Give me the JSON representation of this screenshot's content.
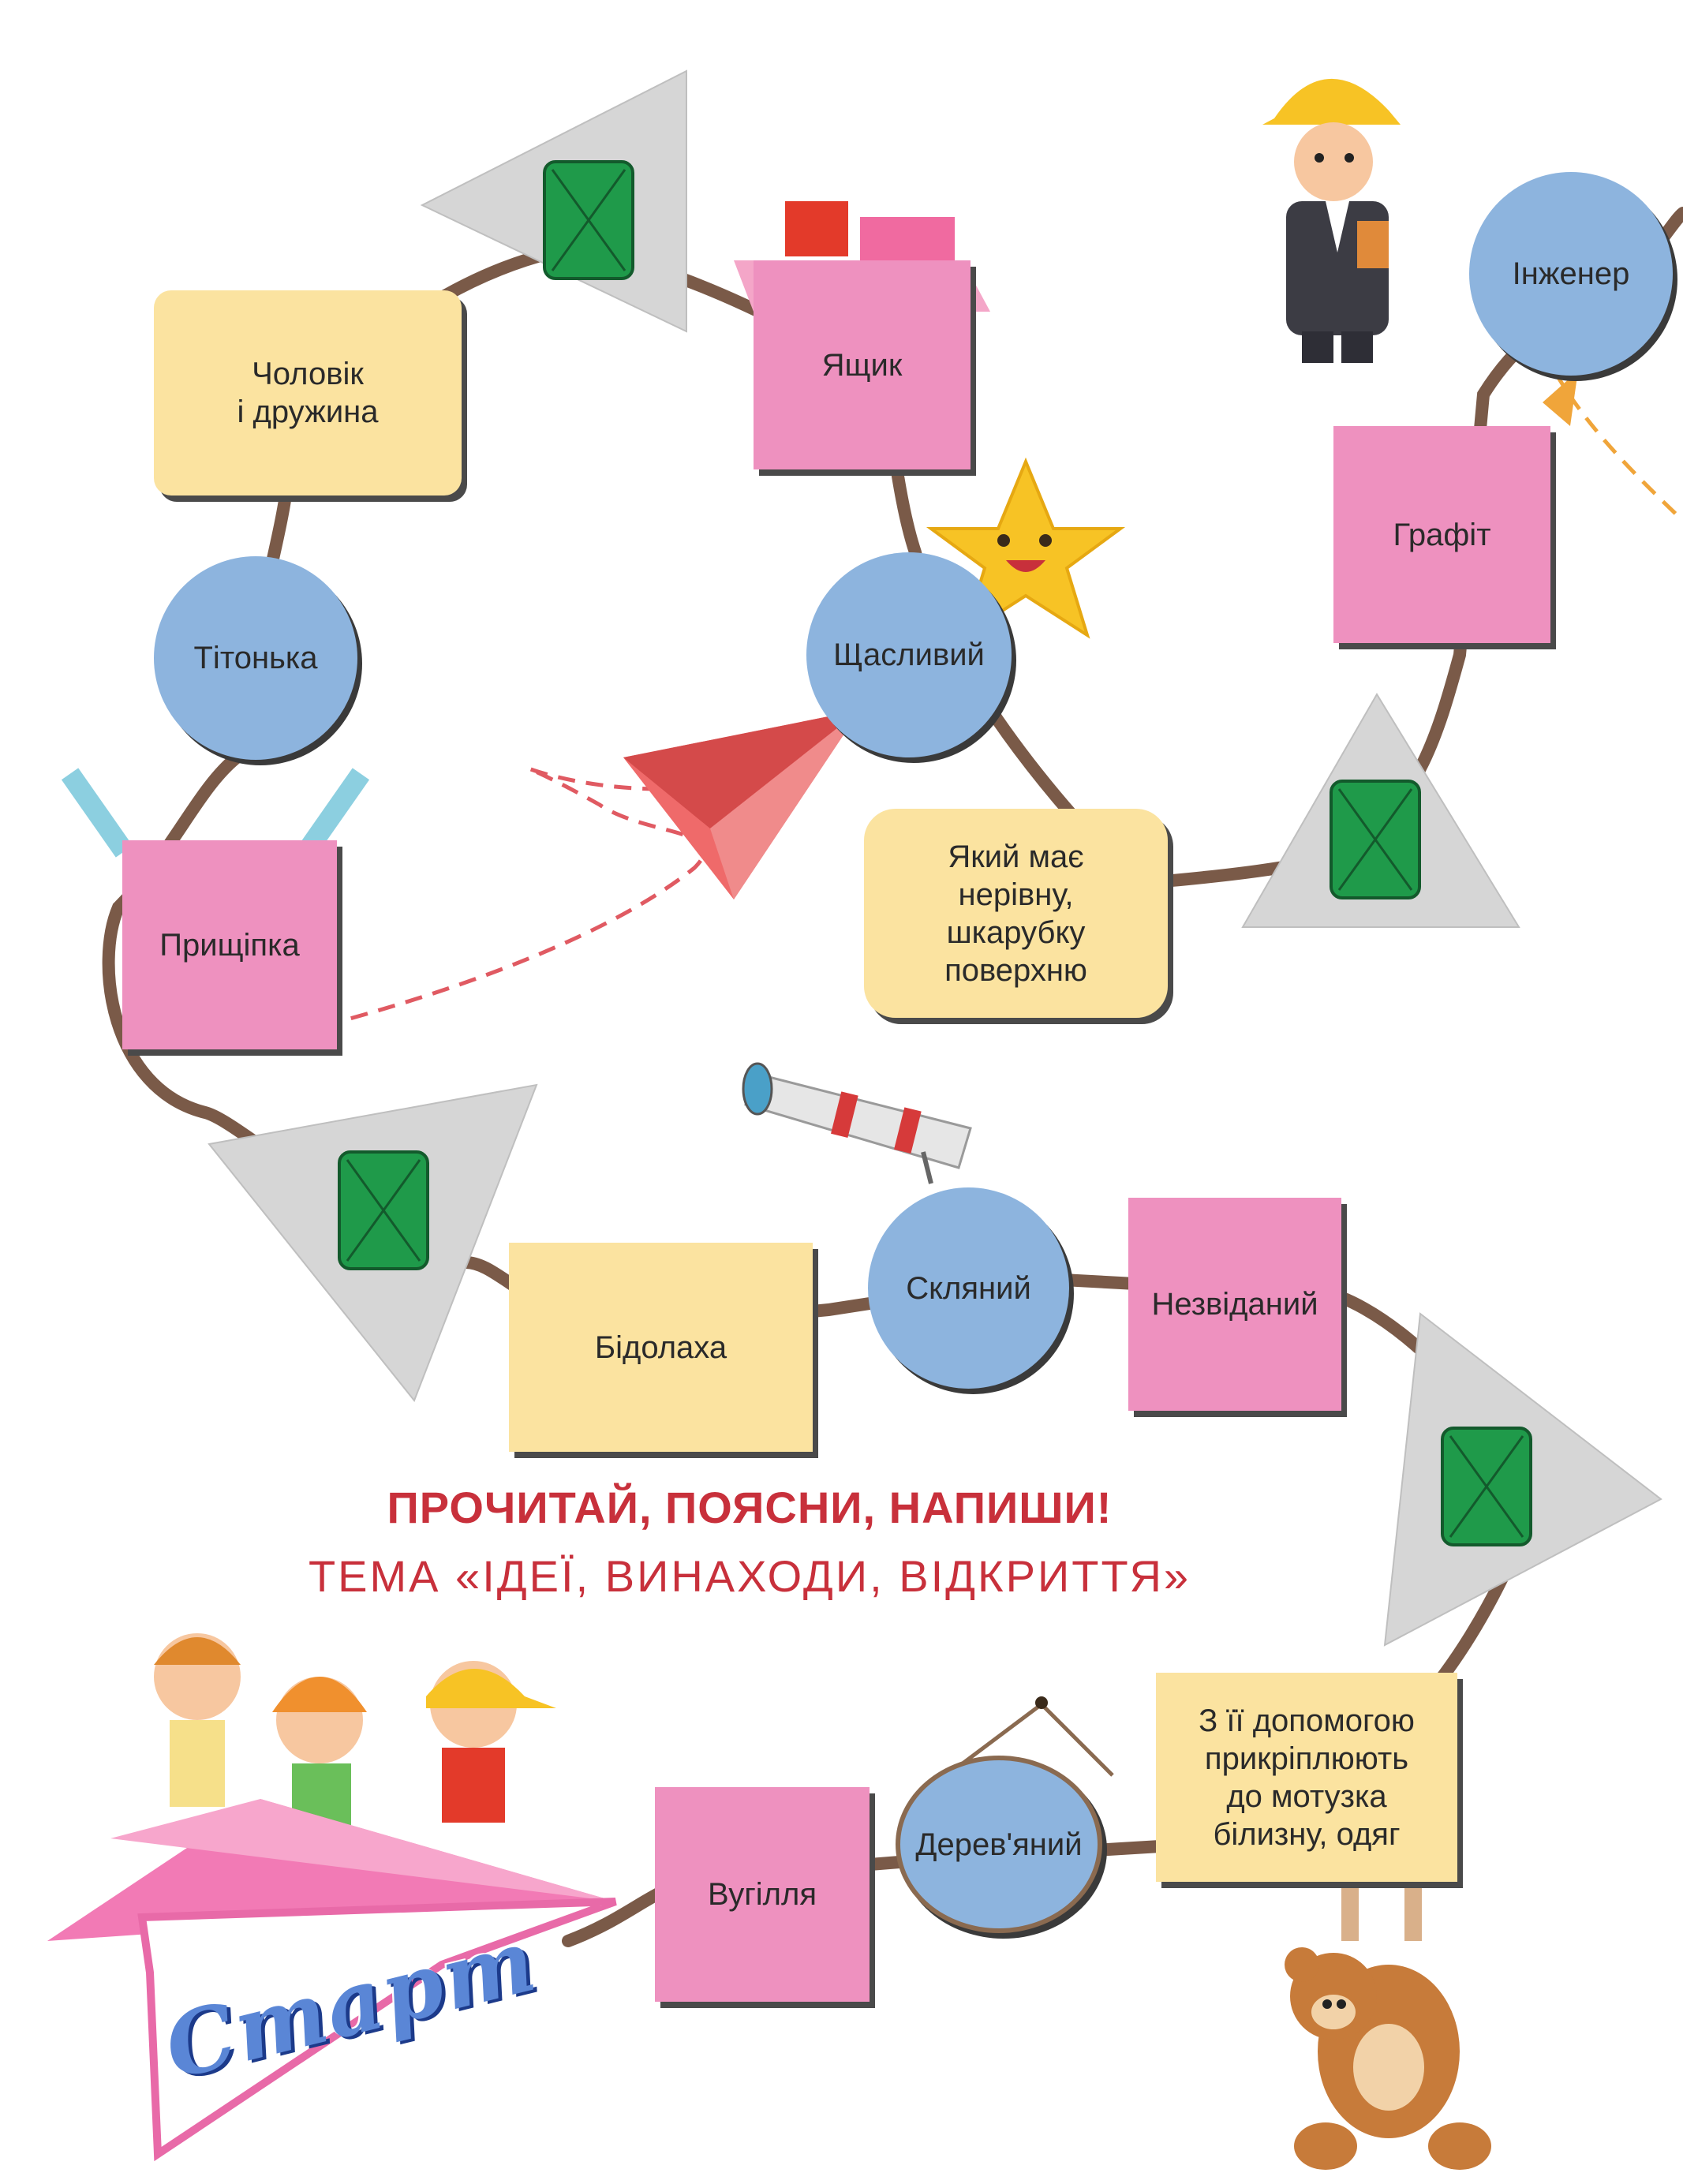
{
  "title": {
    "line1": "ПРОЧИТАЙ, ПОЯСНИ, НАПИШИ!",
    "line2": "ТЕМА «ІДЕЇ, ВИНАХОДИ, ВІДКРИТТЯ»"
  },
  "start_label": "Старт",
  "cells": [
    {
      "label": "Вугілля"
    },
    {
      "label": "Дерев'яний"
    },
    {
      "label": "З її допомогою\nприкріплюють\nдо мотузка\nбілизну, одяг"
    },
    {
      "label": "Незвіданий"
    },
    {
      "label": "Скляний"
    },
    {
      "label": "Бідолаха"
    },
    {
      "label": "Прищіпка"
    },
    {
      "label": "Тітонька"
    },
    {
      "label": "Чоловік\nі дружина"
    },
    {
      "label": "Ящик"
    },
    {
      "label": "Щасливий"
    },
    {
      "label": "Який має\nнерівну,\nшкарубку\nповерхню"
    },
    {
      "label": "Графіт"
    },
    {
      "label": "Інженер"
    }
  ],
  "colors": {
    "square": "#ee91bf",
    "note": "#fbe3a0",
    "circle": "#8db4de",
    "triangle": "#d6d6d6",
    "card": "#1f9a4a",
    "path": "#7a5a48",
    "title": "#c8303b"
  },
  "icons": [
    "triangle-card-icon",
    "paper-plane-icon",
    "star-icon",
    "box-icon",
    "engineer-icon",
    "telescope-icon",
    "teddy-bear-icon",
    "clothespin-icon",
    "kids-icon"
  ]
}
